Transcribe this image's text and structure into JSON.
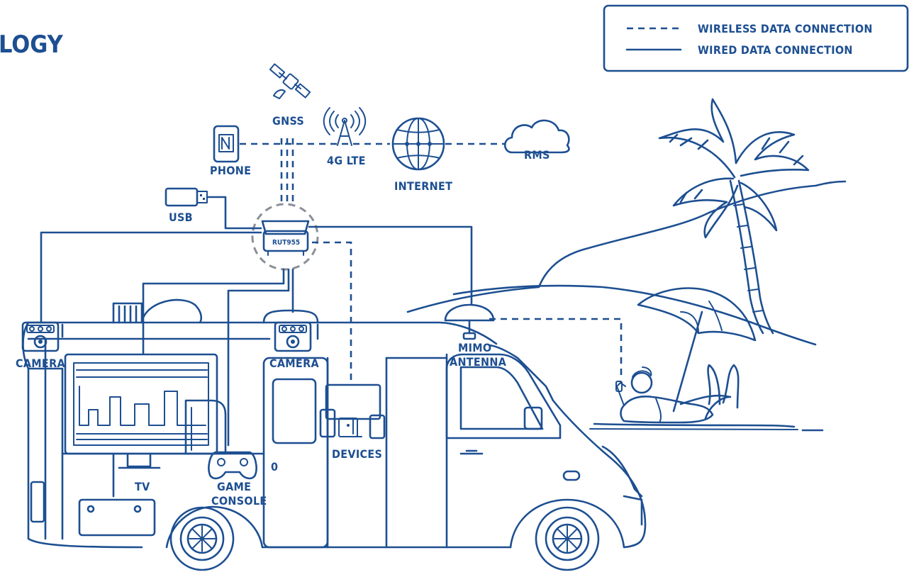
{
  "title_fragment": "LOGY",
  "legend": {
    "wireless": "WIRELESS DATA CONNECTION",
    "wired": "WIRED DATA CONNECTION"
  },
  "labels": {
    "gnss": "GNSS",
    "lte": "4G LTE",
    "phone": "PHONE",
    "internet": "INTERNET",
    "rms": "RMS",
    "usb": "USB",
    "router": "RUT955",
    "camera_left": "CAMERA",
    "camera_center": "CAMERA",
    "mimo_line1": "MIMO",
    "mimo_line2": "ANTENNA",
    "devices": "DEVICES",
    "tv": "TV",
    "console_line1": "GAME",
    "console_line2": "CONSOLE",
    "door_marking": "0"
  },
  "colors": {
    "primary": "#1d4f91",
    "background": "#ffffff"
  },
  "icons": [
    "satellite-icon",
    "cell-tower-icon",
    "phone-icon",
    "globe-icon",
    "cloud-icon",
    "usb-stick-icon",
    "router-icon",
    "camera-icon",
    "antenna-icon",
    "tv-icon",
    "gamepad-icon",
    "devices-icon",
    "palm-tree-icon",
    "umbrella-icon",
    "person-icon",
    "campervan-icon"
  ]
}
